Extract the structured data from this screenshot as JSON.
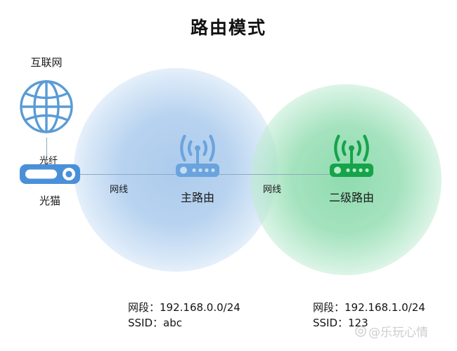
{
  "title": "路由模式",
  "nodes": {
    "internet": {
      "label": "互联网",
      "icon": "globe-icon"
    },
    "modem": {
      "label": "光猫",
      "icon": "modem-icon"
    },
    "main_router": {
      "label": "主路由",
      "icon": "router-icon"
    },
    "secondary_router": {
      "label": "二级路由",
      "icon": "router-icon"
    }
  },
  "edges": {
    "fiber": "光纤",
    "cable_1": "网线",
    "cable_2": "网线"
  },
  "info": {
    "left": {
      "subnet": "网段：192.168.0.0/24",
      "ssid": "SSID：abc"
    },
    "right": {
      "subnet": "网段：192.168.1.0/24",
      "ssid": "SSID：123"
    }
  },
  "watermark": "@乐玩心情",
  "colors": {
    "blue_primary": "#5a9bd5",
    "blue_device": "#6ba3dd",
    "green_primary": "#16a34a",
    "line": "#8fa9bf",
    "glow_blue": "#a8c8ec",
    "glow_green": "#86d8a8"
  }
}
